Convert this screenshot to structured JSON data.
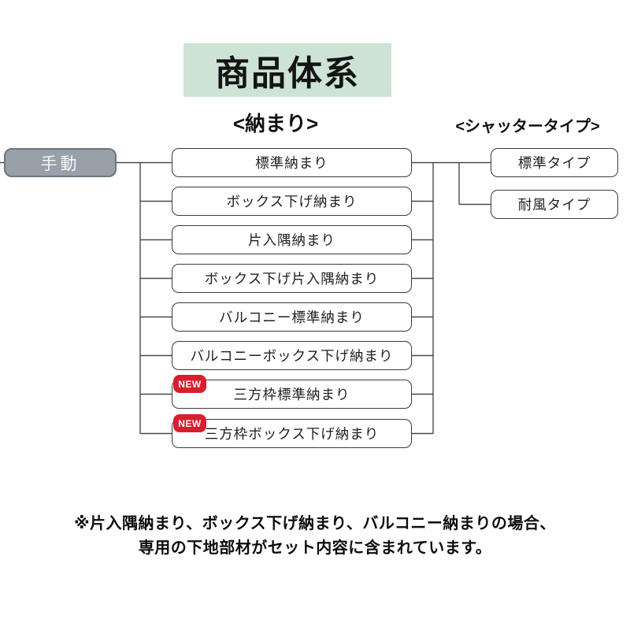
{
  "title": "商品体系",
  "colors": {
    "title_bg": "#cde3d6",
    "node_fill": "#98a0a9",
    "node_border": "#6e7680",
    "box_border": "#3b3b3b",
    "line": "#4a4a4a",
    "badge_bg": "#d6202e"
  },
  "headers": {
    "osamari": "<納まり>",
    "shutter": "<シャッタータイプ>"
  },
  "root": {
    "label": "手動"
  },
  "new_badge_label": "NEW",
  "osamari_items": [
    {
      "label": "標準納まり",
      "new": false
    },
    {
      "label": "ボックス下げ納まり",
      "new": false
    },
    {
      "label": "片入隅納まり",
      "new": false
    },
    {
      "label": "ボックス下げ片入隅納まり",
      "new": false
    },
    {
      "label": "バルコニー標準納まり",
      "new": false
    },
    {
      "label": "バルコニーボックス下げ納まり",
      "new": false
    },
    {
      "label": "三方枠標準納まり",
      "new": true
    },
    {
      "label": "三方枠ボックス下げ納まり",
      "new": true
    }
  ],
  "shutter_items": [
    {
      "label": "標準タイプ"
    },
    {
      "label": "耐風タイプ"
    }
  ],
  "note": {
    "line1": "※片入隅納まり、ボックス下げ納まり、バルコニー納まりの場合、",
    "line2": "専用の下地部材がセット内容に含まれています。"
  }
}
